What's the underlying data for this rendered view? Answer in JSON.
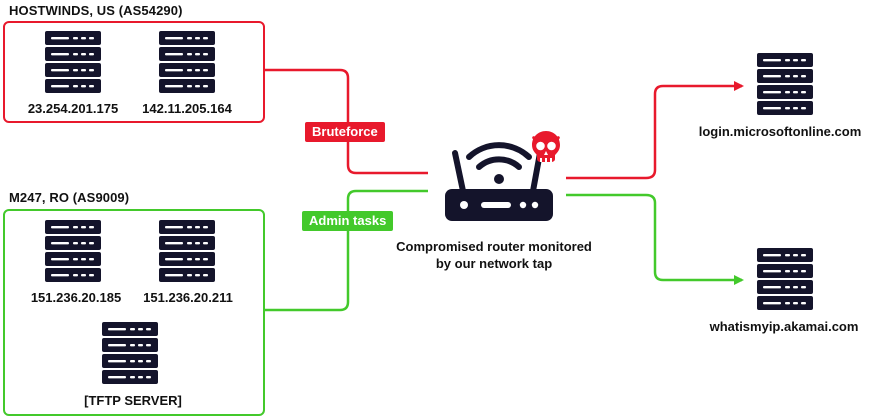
{
  "groups": {
    "hostwinds": {
      "title": "HOSTWINDS, US (AS54290)",
      "servers": [
        {
          "ip": "23.254.201.175"
        },
        {
          "ip": "142.11.205.164"
        }
      ]
    },
    "m247": {
      "title": "M247, RO (AS9009)",
      "servers": [
        {
          "ip": "151.236.20.185"
        },
        {
          "ip": "151.236.20.211"
        }
      ],
      "tftp_label": "[TFTP SERVER]"
    }
  },
  "edges": {
    "bruteforce": "Bruteforce",
    "admin": "Admin tasks"
  },
  "router": {
    "caption_line1": "Compromised router monitored",
    "caption_line2": "by our network tap"
  },
  "destinations": {
    "top": "login.microsoftonline.com",
    "bottom": "whatismyip.akamai.com"
  },
  "colors": {
    "red": "#e8192c",
    "green": "#43c92b",
    "dark": "#14142b"
  },
  "icons": {
    "server": "server-rack-icon",
    "router": "wifi-router-icon",
    "skull": "skull-icon"
  }
}
